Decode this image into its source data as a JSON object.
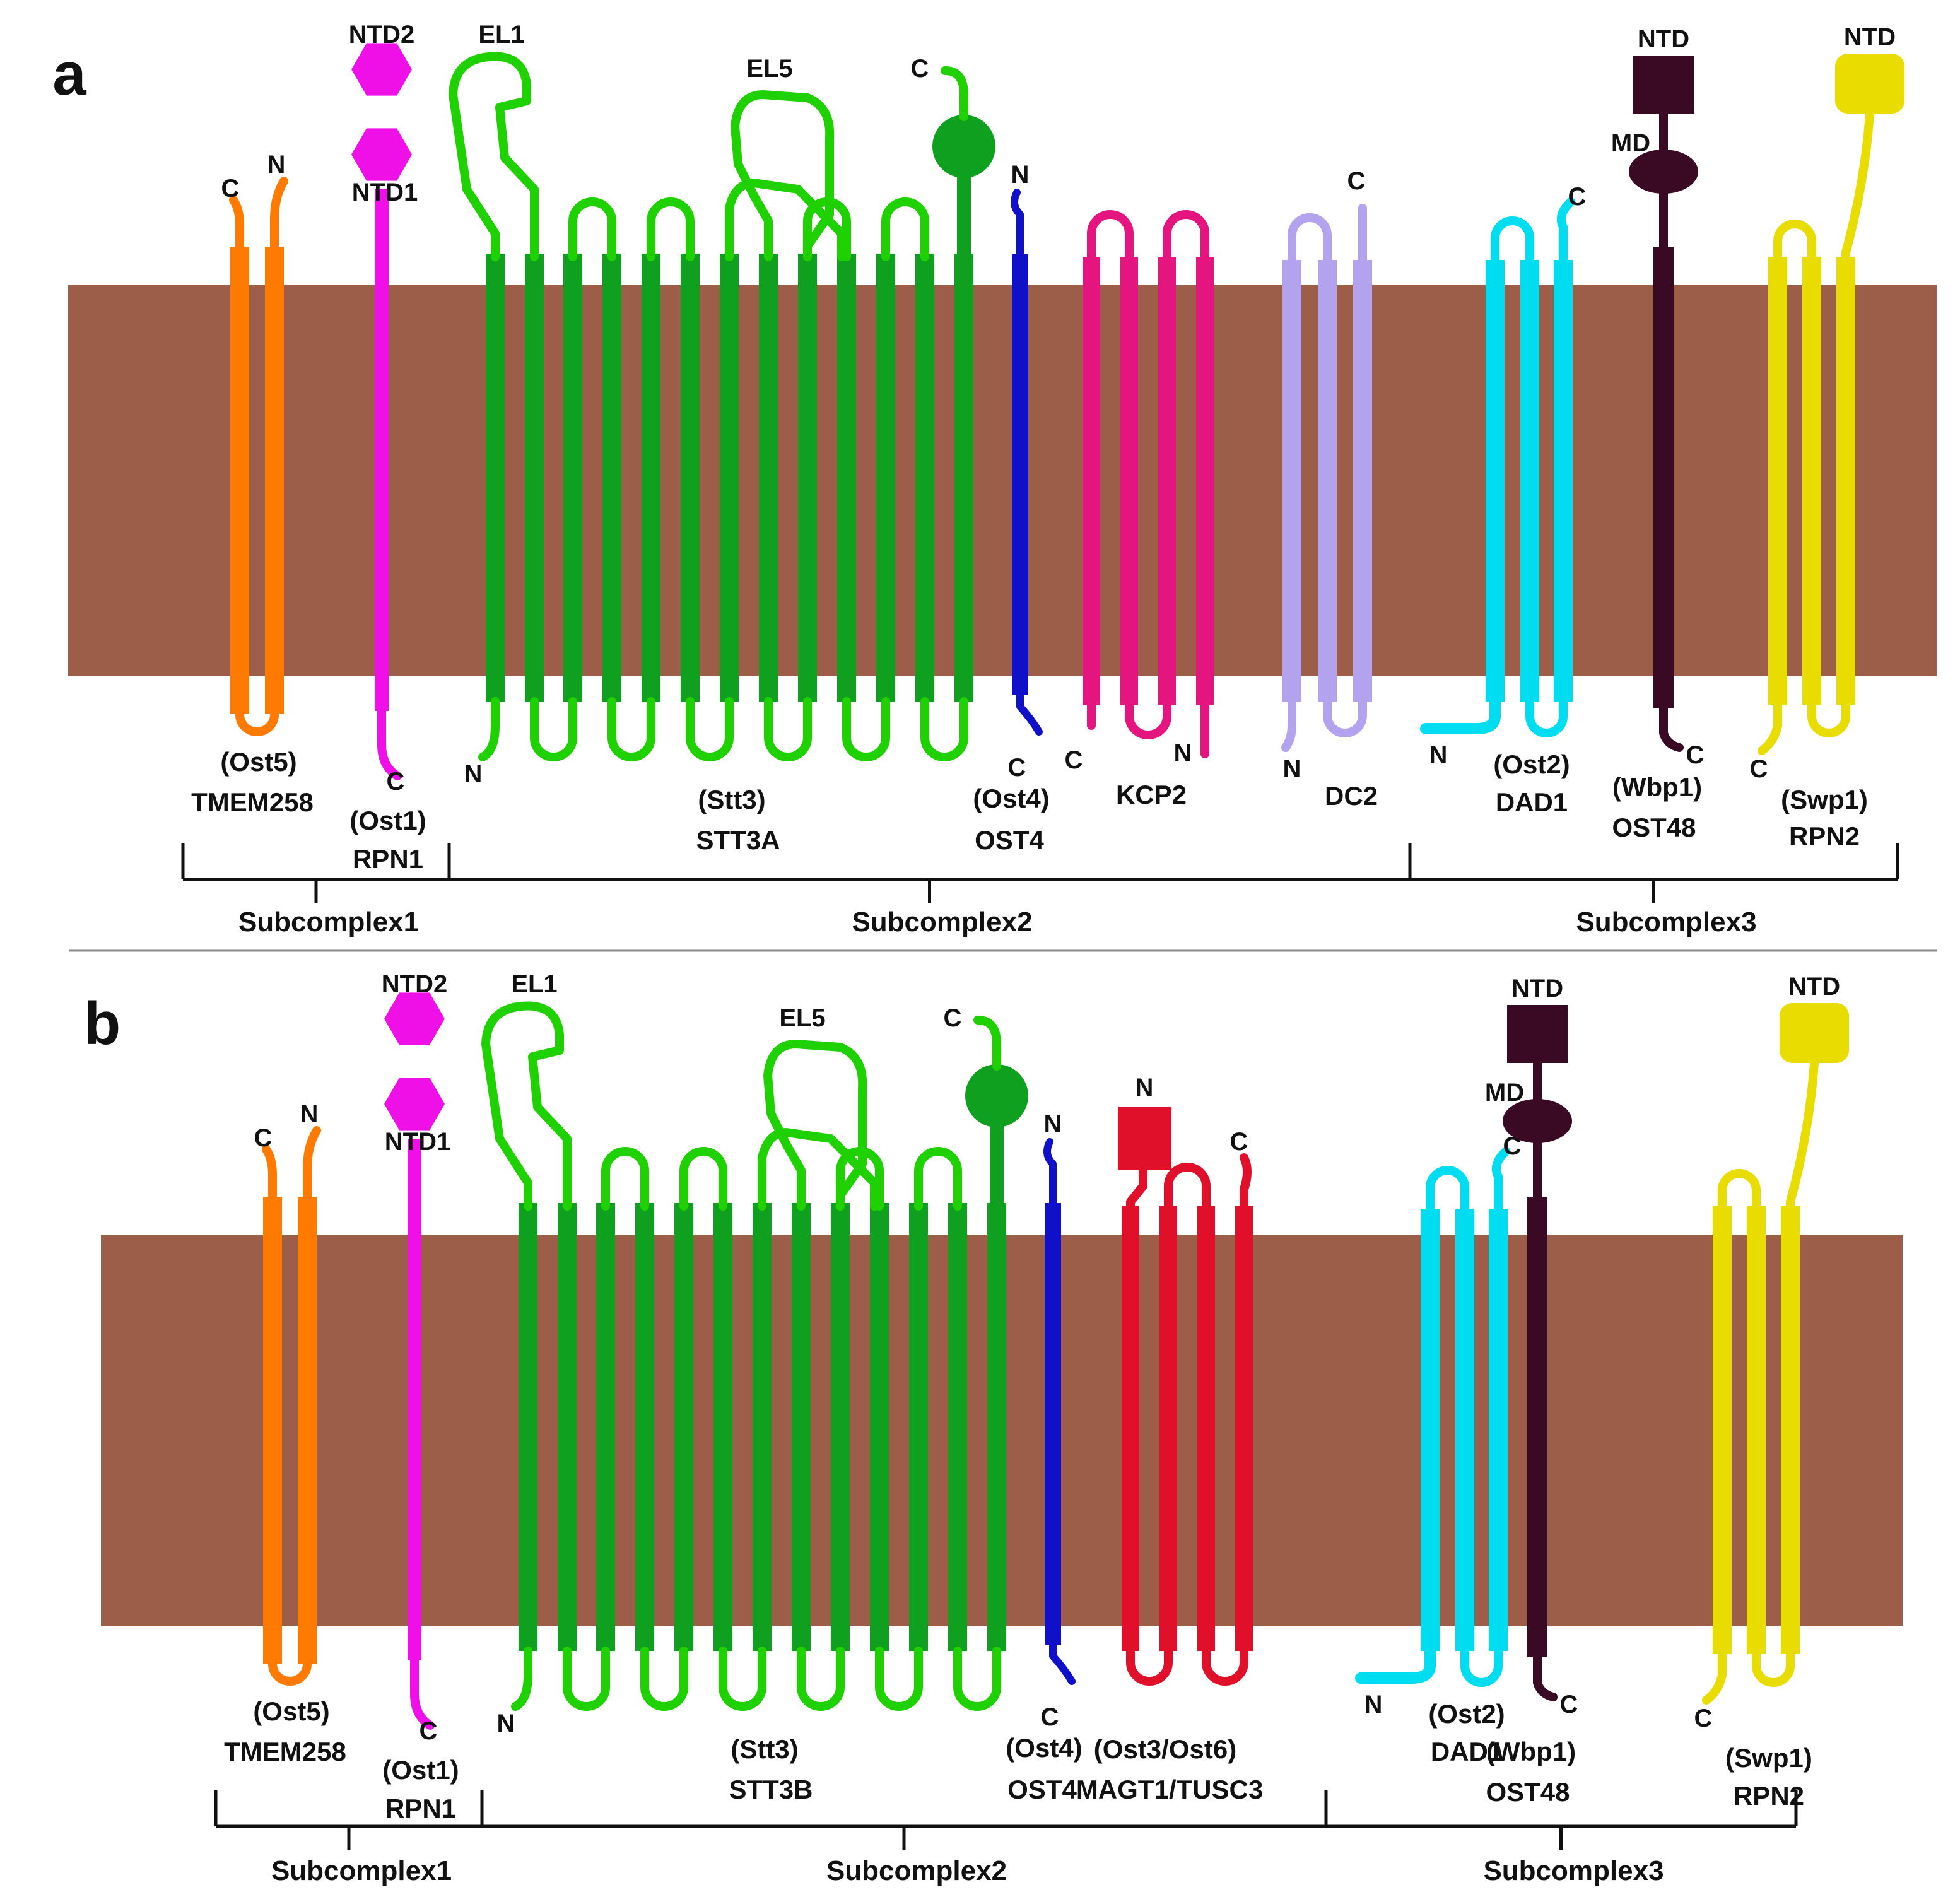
{
  "colors": {
    "membrane": "#9c5e48",
    "TMEM258": "#ff7a00",
    "RPN1": "#ee10e6",
    "STT3": "#10a020",
    "STT3_loop": "#1fd100",
    "OST4": "#1010c8",
    "KCP2": "#e4157f",
    "DC2": "#b3a3ef",
    "DAD1": "#00dcf0",
    "OST48": "#3a0a24",
    "RPN2": "#e8dc00",
    "MAGT1": "#e0102a",
    "bracket": "#111111",
    "divider": "#888888"
  },
  "panels": [
    {
      "letter": "a",
      "proteins": [
        {
          "key": "TMEM258",
          "yeast": "(Ost5)",
          "name": "TMEM258",
          "termini": [
            "C",
            "N"
          ],
          "domains": []
        },
        {
          "key": "RPN1",
          "yeast": "(Ost1)",
          "name": "RPN1",
          "termini": [
            "C"
          ],
          "domains": [
            "NTD2",
            "NTD1"
          ]
        },
        {
          "key": "STT3",
          "yeast": "(Stt3)",
          "name": "STT3A",
          "termini": [
            "N",
            "C"
          ],
          "domains": [
            "EL1",
            "EL5"
          ]
        },
        {
          "key": "OST4",
          "yeast": "(Ost4)",
          "name": "OST4",
          "termini": [
            "N",
            "C"
          ],
          "domains": []
        },
        {
          "key": "KCP2",
          "yeast": "",
          "name": "KCP2",
          "termini": [
            "C",
            "N"
          ],
          "domains": []
        },
        {
          "key": "DC2",
          "yeast": "",
          "name": "DC2",
          "termini": [
            "N",
            "C"
          ],
          "domains": []
        },
        {
          "key": "DAD1",
          "yeast": "(Ost2)",
          "name": "DAD1",
          "termini": [
            "N",
            "C"
          ],
          "domains": []
        },
        {
          "key": "OST48",
          "yeast": "(Wbp1)",
          "name": "OST48",
          "termini": [
            "C"
          ],
          "domains": [
            "NTD",
            "MD"
          ]
        },
        {
          "key": "RPN2",
          "yeast": "(Swp1)",
          "name": "RPN2",
          "termini": [
            "C"
          ],
          "domains": [
            "NTD"
          ]
        }
      ],
      "subcomplexes": [
        "Subcomplex1",
        "Subcomplex2",
        "Subcomplex3"
      ]
    },
    {
      "letter": "b",
      "proteins": [
        {
          "key": "TMEM258",
          "yeast": "(Ost5)",
          "name": "TMEM258",
          "termini": [
            "C",
            "N"
          ],
          "domains": []
        },
        {
          "key": "RPN1",
          "yeast": "(Ost1)",
          "name": "RPN1",
          "termini": [
            "C"
          ],
          "domains": [
            "NTD2",
            "NTD1"
          ]
        },
        {
          "key": "STT3",
          "yeast": "(Stt3)",
          "name": "STT3B",
          "termini": [
            "N",
            "C"
          ],
          "domains": [
            "EL1",
            "EL5"
          ]
        },
        {
          "key": "OST4",
          "yeast": "(Ost4)",
          "name": "OST4",
          "termini": [
            "N",
            "C"
          ],
          "domains": []
        },
        {
          "key": "MAGT1",
          "yeast": "(Ost3/Ost6)",
          "name": "MAGT1/TUSC3",
          "termini": [
            "N",
            "C",
            "N"
          ],
          "domains": []
        },
        {
          "key": "DAD1",
          "yeast": "(Ost2)",
          "name": "DAD1",
          "termini": [
            "N",
            "C"
          ],
          "domains": []
        },
        {
          "key": "OST48",
          "yeast": "(Wbp1)",
          "name": "OST48",
          "termini": [
            "C"
          ],
          "domains": [
            "NTD",
            "MD"
          ]
        },
        {
          "key": "RPN2",
          "yeast": "(Swp1)",
          "name": "RPN2",
          "termini": [
            "C"
          ],
          "domains": [
            "NTD"
          ]
        }
      ],
      "subcomplexes": [
        "Subcomplex1",
        "Subcomplex2",
        "Subcomplex3"
      ]
    }
  ]
}
